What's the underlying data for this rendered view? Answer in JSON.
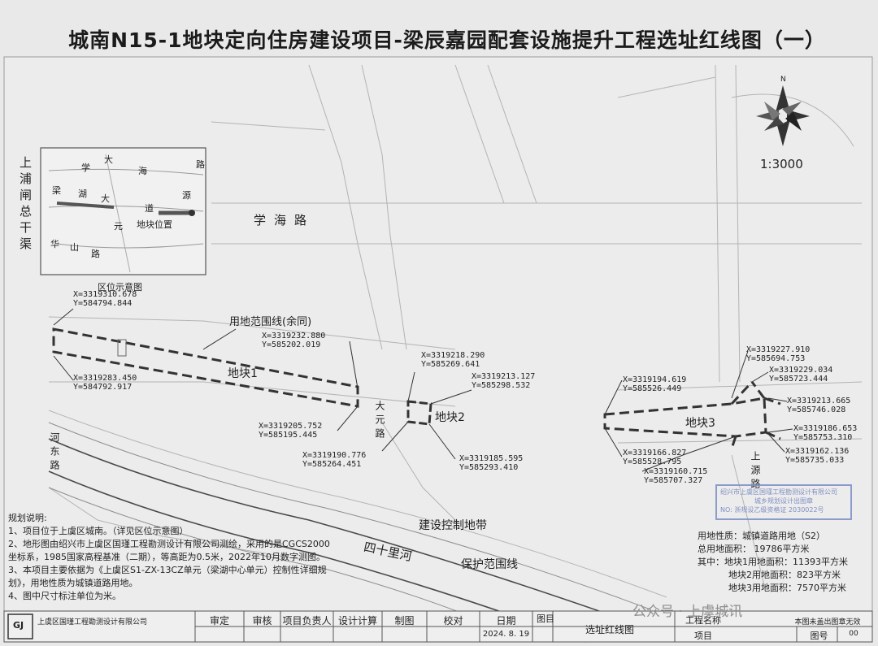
{
  "title": "城南N15-1地块定向住房建设项目-梁辰嘉园配套设施提升工程选址红线图（一）",
  "scale": "1:3000",
  "north_label": "N",
  "inset": {
    "caption": "区位示意图",
    "labels": {
      "xue": "学",
      "da": "大",
      "hai": "海",
      "lu1": "路",
      "yuan": "源",
      "liang": "梁",
      "hu": "湖",
      "da2": "大",
      "dao": "道",
      "yuan2": "元",
      "site": "地块位置",
      "hua": "华",
      "shan": "山",
      "lu2": "路"
    }
  },
  "side_label": "上浦闸总干渠",
  "roads": {
    "xuehai": "学海路",
    "dayuan": "大元路",
    "hedong": "河东路",
    "shangyuan": "上源路",
    "sishili": "四十里河"
  },
  "zones": {
    "control": "建设控制地带",
    "protect": "保护范围线",
    "boundary_line": "用地范围线(余同)"
  },
  "parcels": {
    "p1": "地块1",
    "p2": "地块2",
    "p3": "地块3"
  },
  "coords": {
    "c1": {
      "x": "X=3319310.678",
      "y": "Y=584794.844"
    },
    "c2": {
      "x": "X=3319232.880",
      "y": "Y=585202.019"
    },
    "c3": {
      "x": "X=3319283.450",
      "y": "Y=584792.917"
    },
    "c4": {
      "x": "X=3319205.752",
      "y": "Y=585195.445"
    },
    "c5": {
      "x": "X=3319218.290",
      "y": "Y=585269.641"
    },
    "c6": {
      "x": "X=3319213.127",
      "y": "Y=585298.532"
    },
    "c7": {
      "x": "X=3319190.776",
      "y": "Y=585264.451"
    },
    "c8": {
      "x": "X=3319185.595",
      "y": "Y=585293.410"
    },
    "c9": {
      "x": "X=3319194.619",
      "y": "Y=585526.449"
    },
    "c10": {
      "x": "X=3319166.827",
      "y": "Y=585528.795"
    },
    "c11": {
      "x": "X=3319160.715",
      "y": "Y=585707.327"
    },
    "c12": {
      "x": "X=3319227.910",
      "y": "Y=585694.753"
    },
    "c13": {
      "x": "X=3319229.034",
      "y": "Y=585723.444"
    },
    "c14": {
      "x": "X=3319213.665",
      "y": "Y=585746.028"
    },
    "c15": {
      "x": "X=3319186.653",
      "y": "Y=585753.310"
    },
    "c16": {
      "x": "X=3319162.136",
      "y": "Y=585735.033"
    }
  },
  "notes": {
    "heading": "规划说明:",
    "l1": "1、项目位于上虞区城南。（详见区位示意图）",
    "l2": "2、地形图由绍兴市上虞区国瑾工程勘测设计有限公司测绘，采用的是CGCS2000",
    "l3": "坐标系，1985国家高程基准（二期），等高距为0.5米，2022年10月数字测图。",
    "l4": "3、本项目主要依据为《上虞区S1-ZX-13CZ单元（梁湖中心单元）控制性详细规",
    "l5": "划》，用地性质为城镇道路用地。",
    "l6": "4、图中尺寸标注单位为米。"
  },
  "stats": {
    "nature_label": "用地性质：",
    "nature_value": "城镇道路用地（S2）",
    "total": "总用地面积： 19786平方米",
    "of": "其中：地块1用地面积：11393平方米",
    "p2": "地块2用地面积：823平方米",
    "p3": "地块3用地面积：7570平方米"
  },
  "stamp": {
    "line1": "绍兴市上虞区国瑾工程勘测设计有限公司",
    "line2": "城乡规划设计出图章",
    "line3": "NO: 浙规设乙级资格证 2030022号"
  },
  "titleblock": {
    "company": "上虞区国瑾工程勘测设计有限公司",
    "logo": "GJ",
    "shending": "审定",
    "shenhe": "审核",
    "fuzeren": "项目负责人",
    "sheji": "设计计算",
    "zhitu": "制图",
    "jiaodui": "校对",
    "riqi": "日期",
    "date": "2024. 8. 19",
    "tumu": "图目",
    "drawing_name": "选址红线图",
    "gongcheng": "工程名称",
    "xiangmu": "项目",
    "tuhao": "图号",
    "seal_note": "本图未盖出图章无效",
    "sheet_no": "00"
  },
  "watermark": "公众号 · 上虞城讯"
}
